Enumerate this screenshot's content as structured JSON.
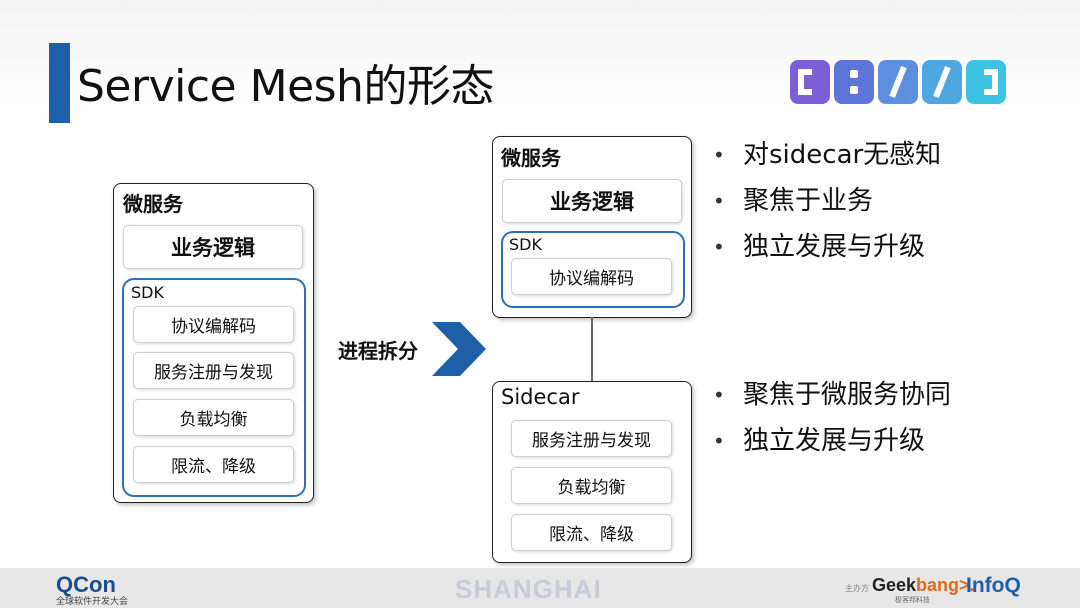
{
  "title": "Service Mesh的形态",
  "logo": {
    "colors": [
      "#7a5fd6",
      "#5f75d9",
      "#5e8fde",
      "#4ea7e0",
      "#3cc3e2"
    ]
  },
  "left_service": {
    "label": "微服务",
    "business": "业务逻辑",
    "sdk_label": "SDK",
    "items": [
      "协议编解码",
      "服务注册与发现",
      "负载均衡",
      "限流、降级"
    ]
  },
  "arrow": {
    "label": "进程拆分",
    "color": "#1f5fa8"
  },
  "right_service": {
    "label": "微服务",
    "business": "业务逻辑",
    "sdk_label": "SDK",
    "items": [
      "协议编解码"
    ]
  },
  "sidecar": {
    "label": "Sidecar",
    "items": [
      "服务注册与发现",
      "负载均衡",
      "限流、降级"
    ]
  },
  "bullets_top": [
    "对sidecar无感知",
    "聚焦于业务",
    "独立发展与升级"
  ],
  "bullets_bottom": [
    "聚焦于微服务协同",
    "独立发展与升级"
  ],
  "bullet_symbol": "•",
  "footer": {
    "qcon": "QCon",
    "qcon_sub": "全球软件开发大会",
    "city": "SHANGHAI",
    "host_label": "主办方",
    "geek_prefix": "Geek",
    "geek_suffix": "bang>.",
    "geek_sub": "极客邦科技",
    "infoq": "InfoQ"
  }
}
